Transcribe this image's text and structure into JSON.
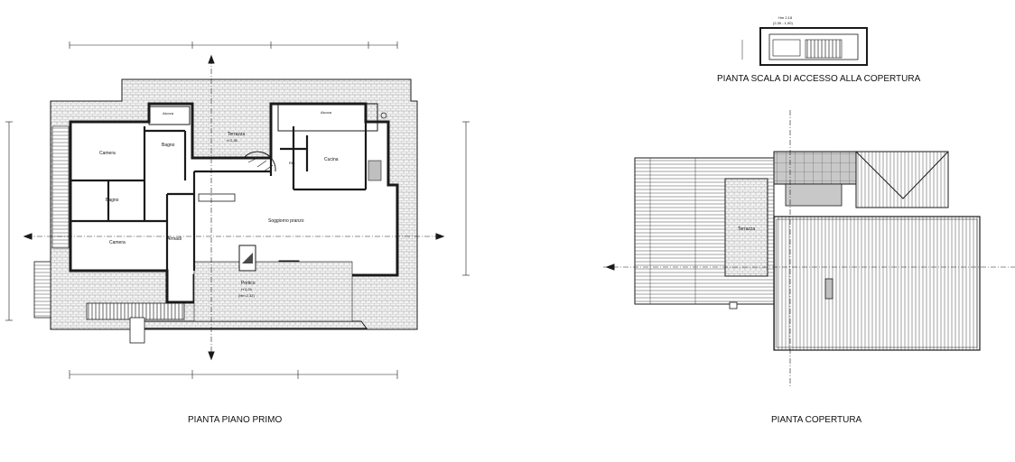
{
  "captions": {
    "first_floor": "PIANTA PIANO PRIMO",
    "stair_access": "PIANTA SCALA DI ACCESSO ALLA COPERTURA",
    "roof": "PIANTA COPERTURA"
  },
  "first_floor": {
    "rooms": {
      "camera_top": "Camera",
      "bagno_1": "Bagno",
      "bagno_2": "Bagno",
      "camera_bottom": "Camera",
      "armadi": "Armadi",
      "terrazza": "Terrazza",
      "terrazza_height": "H 2,38",
      "cucina": "Cucina",
      "rip": "Rip.",
      "soggiorno": "Soggiorno pranzo",
      "portico": "Portico",
      "portico_h1": "H 2,24",
      "portico_h2": "(Hm 2,32)",
      "alcova_left": "Alcova",
      "alcova_right": "Alcova"
    }
  },
  "stair_access": {
    "height": "Hm 2,18",
    "range": "(2,30 - 1,90)"
  },
  "roof": {
    "rooms": {
      "terrazza": "Terrazza"
    }
  },
  "colors": {
    "line": "#1a1a1a",
    "hatch": "#8c8c8c",
    "fill_gray": "#bfbfbf",
    "dark_fill": "#4a4a4a"
  }
}
